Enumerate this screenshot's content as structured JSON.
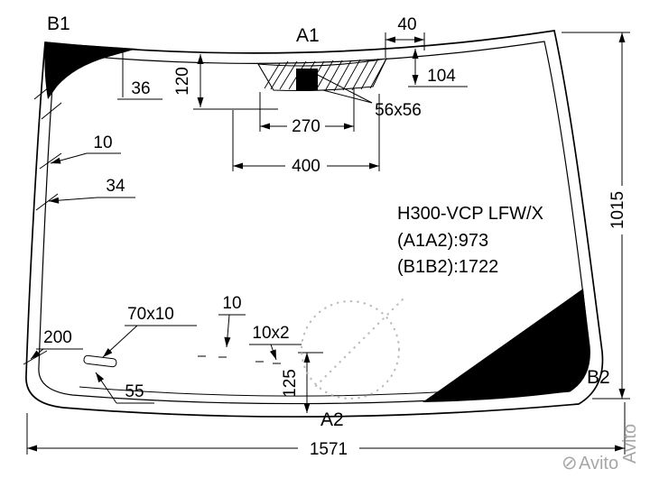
{
  "part": {
    "code": "H300-VCP LFW/X",
    "a1a2": "(A1A2):973",
    "b1b2": "(B1B2):1722"
  },
  "corners": {
    "b1": "B1",
    "a1": "A1",
    "a2": "A2",
    "b2": "B2"
  },
  "dims": {
    "d40": "40",
    "d36": "36",
    "d120": "120",
    "d104": "104",
    "d270": "270",
    "d56": "56x56",
    "d400": "400",
    "d10_edge": "10",
    "d34": "34",
    "d1015": "1015",
    "d70x10": "70x10",
    "d10_bottom": "10",
    "d200": "200",
    "d10x2": "10x2",
    "d125": "125",
    "d55": "55",
    "d1571": "1571"
  },
  "watermark": {
    "text": "Avito",
    "logo": "⊘"
  },
  "colors": {
    "line": "#000000",
    "watermark": "#9e9e9e",
    "background": "#ffffff"
  }
}
